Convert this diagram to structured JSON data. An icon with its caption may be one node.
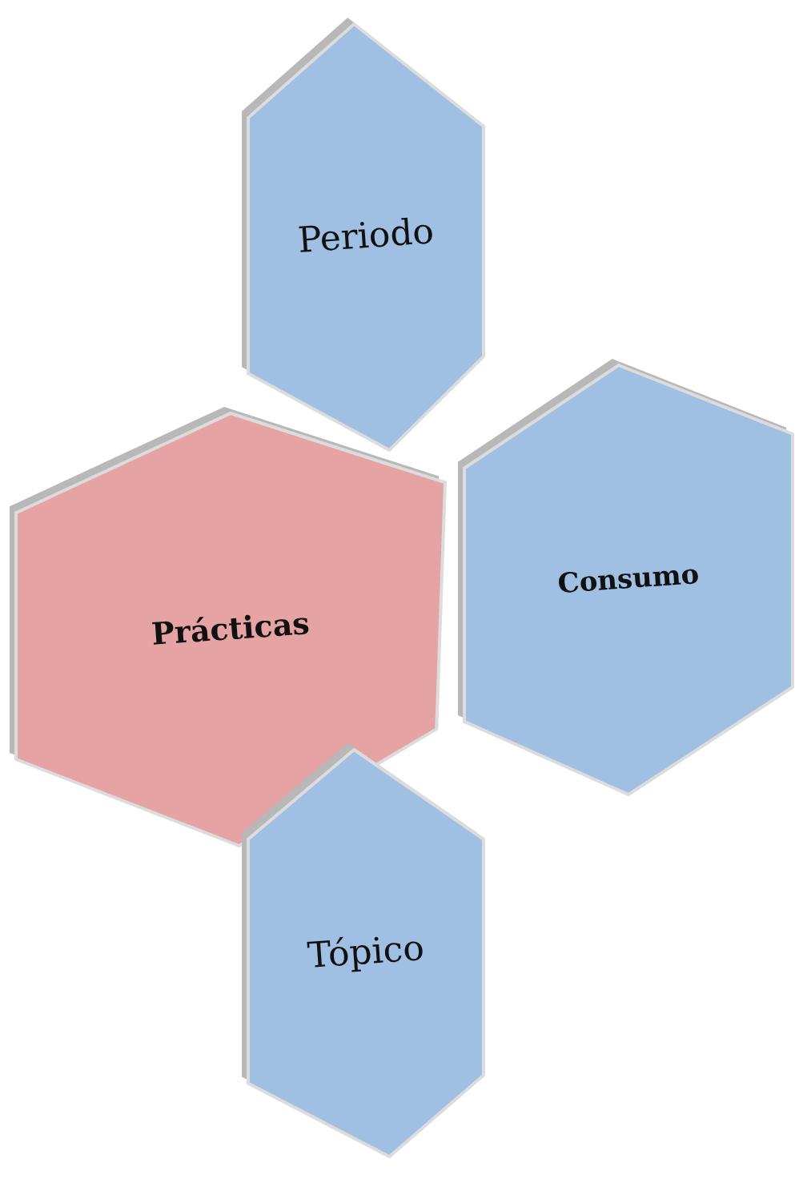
{
  "diagram": {
    "nodes": [
      {
        "text": [
          "Periodo"
        ]
      },
      {
        "text": [
          "Prácticas"
        ]
      },
      {
        "text": [
          "Consumo"
        ]
      },
      {
        "text": [
          "Tópico"
        ]
      }
    ]
  }
}
